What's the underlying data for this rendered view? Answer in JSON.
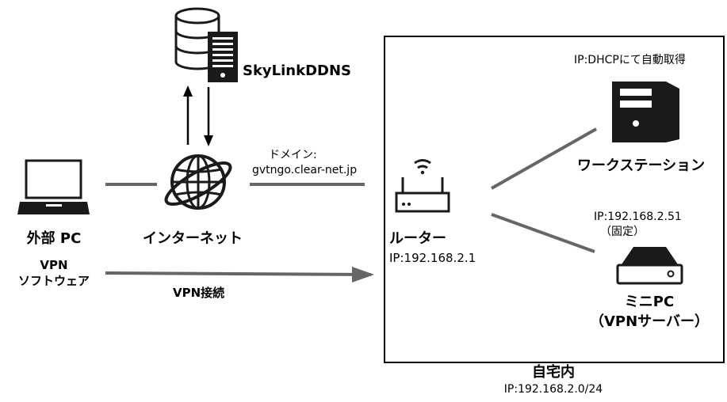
{
  "server": {
    "label": "SkyLinkDDNS",
    "icon": "ddns-server-icon"
  },
  "client": {
    "pc_label": "外部 PC",
    "software_line1": "VPN",
    "software_line2": "ソフトウェア",
    "icon": "laptop-icon"
  },
  "internet": {
    "label": "インターネット",
    "icon": "globe-icon"
  },
  "domain": {
    "prefix": "ドメイン:",
    "name": "gvtngo.clear-net.jp"
  },
  "vpn_link": {
    "label": "VPN接続"
  },
  "router": {
    "label": "ルーター",
    "ip": "IP:192.168.2.1",
    "icon": "router-icon"
  },
  "workstation": {
    "ip_note": "IP:DHCPにて自動取得",
    "label": "ワークステーション",
    "icon": "tower-pc-icon"
  },
  "mini_pc": {
    "ip": "IP:192.168.2.51",
    "ip_note": "（固定）",
    "label_line1": "ミニPC",
    "label_line2": "（VPNサーバー）",
    "icon": "mini-pc-icon"
  },
  "home": {
    "label": "自宅内",
    "subnet": "IP:192.168.2.0/24"
  },
  "colors": {
    "line": "#666666",
    "icon": "#1a1a1a",
    "background": "#ffffff"
  }
}
